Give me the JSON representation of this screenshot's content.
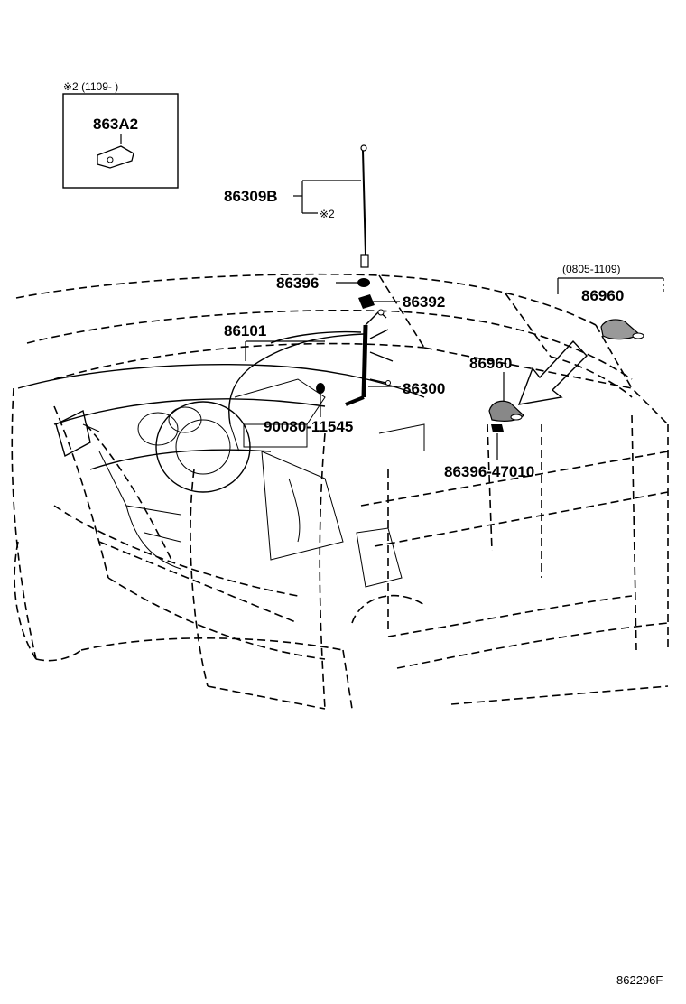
{
  "callouts": {
    "note_inset_header": "※2 (1109-      )",
    "part_863a2": "863A2",
    "part_86309b": "86309B",
    "note_2": "※2",
    "part_86396": "86396",
    "part_86392": "86392",
    "part_86101": "86101",
    "part_86300": "86300",
    "part_90080_11545": "90080-11545",
    "part_86960_main": "86960",
    "part_86396_47010": "86396-47010",
    "inset_86960_header": "(0805-1109)",
    "part_86960_inset": "86960"
  },
  "footer": {
    "diagram_code": "862296F"
  }
}
